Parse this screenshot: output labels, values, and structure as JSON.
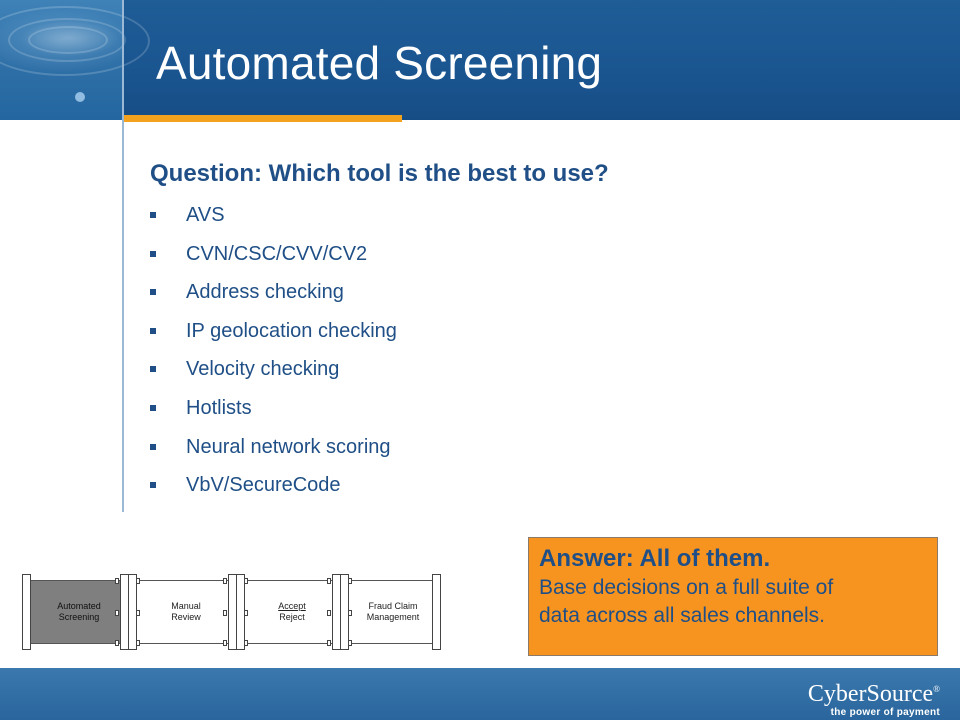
{
  "slide": {
    "title": "Automated Screening",
    "question": "Question: Which tool is the best to use?",
    "bullets": [
      "AVS",
      "CVN/CSC/CVV/CV2",
      "Address checking",
      "IP geolocation checking",
      "Velocity checking",
      "Hotlists",
      "Neural network scoring",
      "VbV/SecureCode"
    ]
  },
  "answer": {
    "title": "Answer: All of them.",
    "line1": "Base decisions on a full suite of",
    "line2": "data across all sales channels."
  },
  "pipeline": {
    "stages": [
      {
        "line1": "Automated",
        "line2": "Screening",
        "active": true
      },
      {
        "line1": "Manual",
        "line2": "Review",
        "active": false
      },
      {
        "line1": "Accept",
        "line2": "Reject",
        "active": false
      },
      {
        "line1": "Fraud Claim",
        "line2": "Management",
        "active": false
      }
    ]
  },
  "footer": {
    "brand": "CyberSource",
    "registered": "®",
    "tagline": "the power of payment"
  },
  "colors": {
    "header_blue": "#1a5590",
    "accent_orange": "#f2a21d",
    "answer_orange": "#f79420",
    "text_blue": "#1f4f86"
  }
}
